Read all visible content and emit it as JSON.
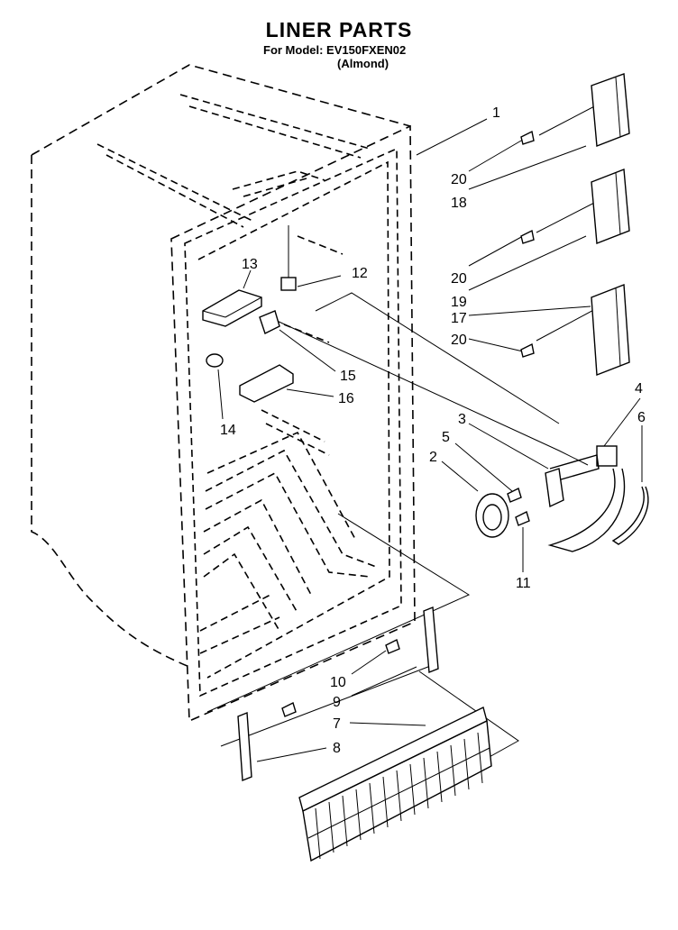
{
  "title": "LINER PARTS",
  "model_line": "For Model: EV150FXEN02",
  "color_line": "(Almond)",
  "callouts": [
    "1",
    "20",
    "18",
    "20",
    "19",
    "17",
    "20",
    "13",
    "12",
    "15",
    "16",
    "14",
    "4",
    "6",
    "3",
    "5",
    "2",
    "11",
    "10",
    "9",
    "7",
    "8"
  ]
}
